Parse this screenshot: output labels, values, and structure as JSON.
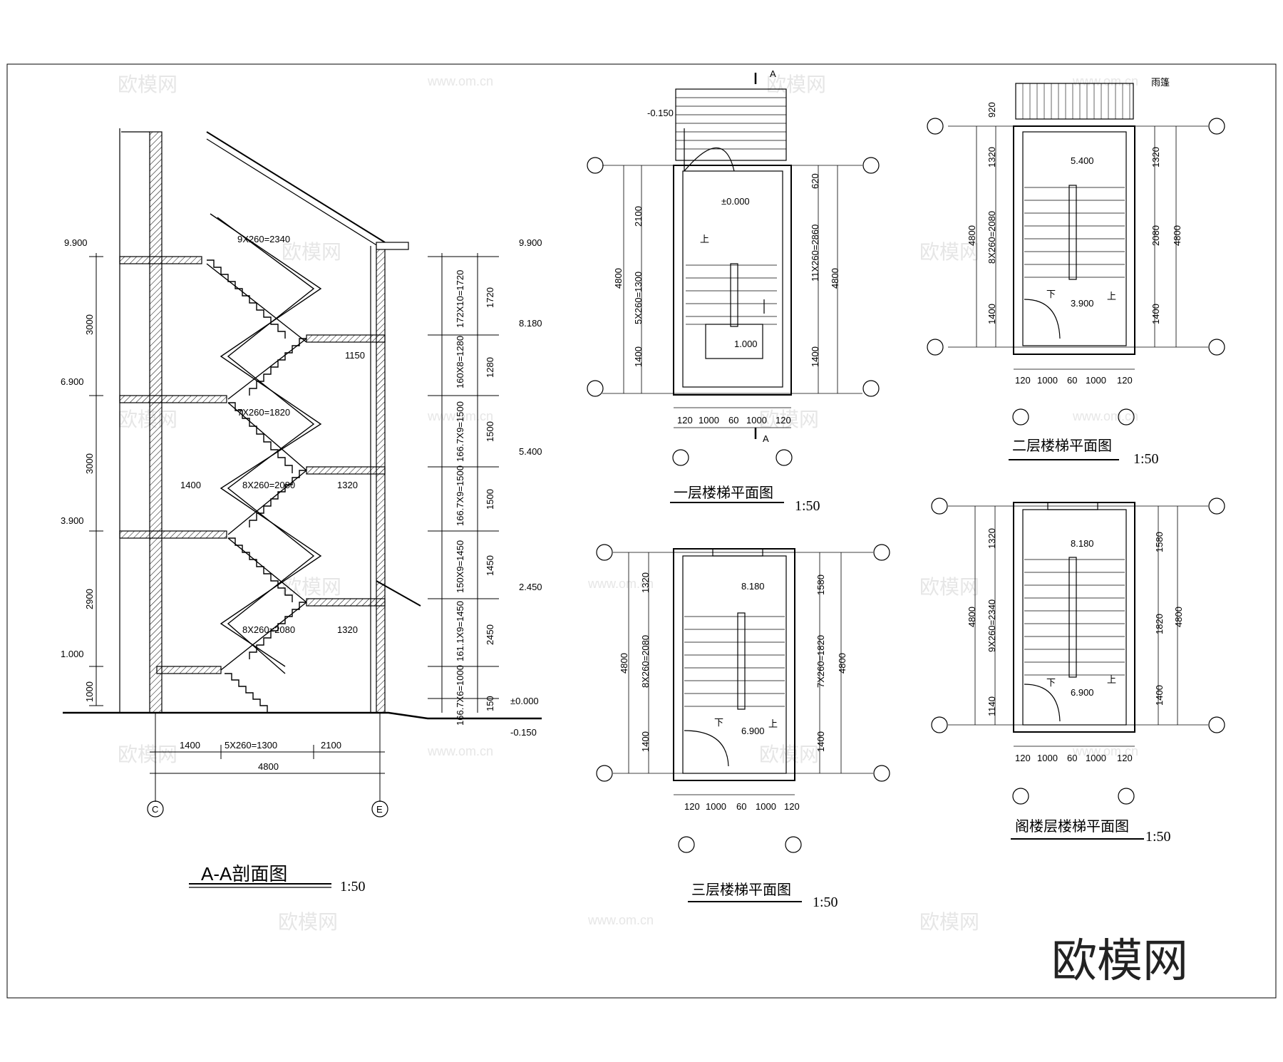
{
  "section": {
    "title": "A-A剖面图",
    "scale": "1:50",
    "axis_left": "C",
    "axis_right": "E",
    "elev_left": [
      "9.900",
      "6.900",
      "3.900",
      "1.000"
    ],
    "elev_right": [
      "9.900",
      "8.180",
      "5.400",
      "2.450",
      "±0.000",
      "-0.150"
    ],
    "floor_heights": [
      "3000",
      "3000",
      "2900",
      "1000"
    ],
    "riser_calcs": [
      "172X10=1720",
      "160X8=1280",
      "166.7X9=1500",
      "166.7X9=1500",
      "150X9=1450",
      "161.1X9=1450",
      "166.7X6=1000"
    ],
    "riser_heights": [
      "1720",
      "1280",
      "1500",
      "1500",
      "1450",
      "2450",
      "150"
    ],
    "flight_labels": [
      "9X260=2340",
      "7X260=1820",
      "8X260=2080",
      "8X260=2080"
    ],
    "inner_dims": [
      "1150",
      "1400",
      "1320",
      "1320"
    ],
    "bottom_dims": [
      "1400",
      "5X260=1300",
      "2100"
    ],
    "total_width": "4800"
  },
  "plan1": {
    "title": "一层楼梯平面图",
    "scale": "1:50",
    "cut_label": "A",
    "elev_entry": "-0.150",
    "elev_floor": "±0.000",
    "elev_landing": "1.000",
    "up_label": "上",
    "left_dims": [
      "2100",
      "5X260=1300",
      "1400"
    ],
    "left_total": "4800",
    "right_dims": [
      "620",
      "11X260=2860",
      "1400"
    ],
    "right_total": "4800",
    "bottom_dims": [
      "120",
      "1000",
      "60",
      "1000",
      "120"
    ]
  },
  "plan2": {
    "title": "二层楼梯平面图",
    "scale": "1:50",
    "canopy_label": "雨篷",
    "canopy_dim": "920",
    "elev_top": "5.400",
    "elev_bottom": "3.900",
    "up_label": "上",
    "down_label": "下",
    "left_dims": [
      "1320",
      "8X260=2080",
      "1400"
    ],
    "right_dims": [
      "1320",
      "2080",
      "1400"
    ],
    "total": "4800",
    "bottom_dims": [
      "120",
      "1000",
      "60",
      "1000",
      "120"
    ]
  },
  "plan3": {
    "title": "三层楼梯平面图",
    "scale": "1:50",
    "elev_top": "8.180",
    "elev_bottom": "6.900",
    "up_label": "上",
    "down_label": "下",
    "left_dims": [
      "1320",
      "8X260=2080",
      "1400"
    ],
    "right_dims": [
      "1580",
      "7X260=1820",
      "1400"
    ],
    "total": "4800",
    "bottom_dims": [
      "120",
      "1000",
      "60",
      "1000",
      "120"
    ]
  },
  "plan4": {
    "title": "阁楼层楼梯平面图",
    "scale": "1:50",
    "elev_top": "8.180",
    "elev_bottom": "6.900",
    "up_label": "上",
    "down_label": "下",
    "left_dims": [
      "1320",
      "9X260=2340",
      "1140"
    ],
    "right_dims": [
      "1580",
      "1820",
      "1400"
    ],
    "total": "4800",
    "bottom_dims": [
      "120",
      "1000",
      "60",
      "1000",
      "120"
    ]
  },
  "watermark_text": "欧模网",
  "watermark_url": "www.om.cn",
  "brand_logo": "欧模网",
  "colors": {
    "line": "#000000",
    "watermark": "#e6e6e6",
    "axis_red": "#d04040"
  }
}
